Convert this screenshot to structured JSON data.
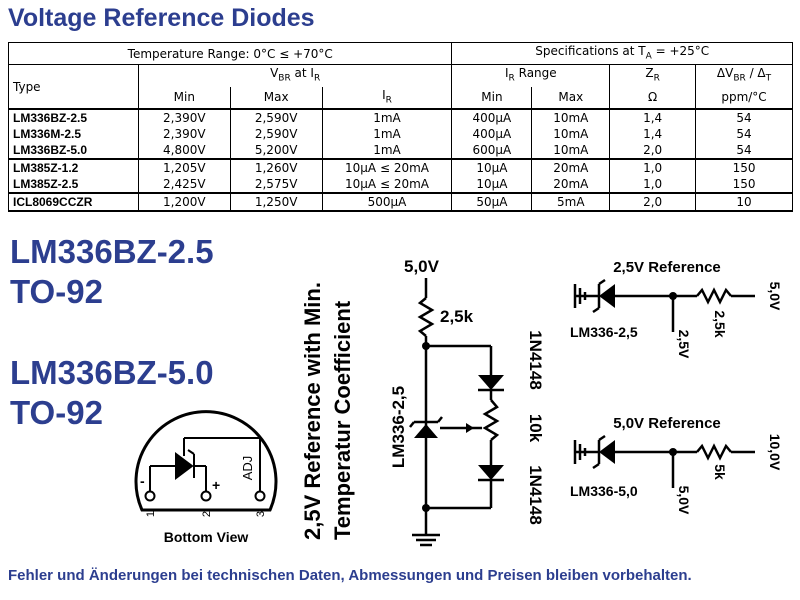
{
  "title": "Voltage Reference Diodes",
  "table": {
    "temp_range": "Temperature Range: 0°C ≤ +70°C",
    "spec_at": "Specifications at T",
    "spec_at_sub": "A",
    "spec_at_tail": " = +25°C",
    "col_type": "Type",
    "vbr_head": "V",
    "vbr_sub": "BR",
    "vbr_tail": " at I",
    "vbr_sub2": "R",
    "ir_range": "I",
    "ir_range_sub": "R",
    "ir_range_tail": " Range",
    "zr_head": "Z",
    "zr_sub": "R",
    "zr_unit": "Ω",
    "dv_head": "ΔV",
    "dv_sub": "BR",
    "dv_mid": " / Δ",
    "dv_sub2": "T",
    "dv_unit": "ppm/°C",
    "min": "Min",
    "max": "Max",
    "ir_col": "I",
    "ir_col_sub": "R",
    "min2": "Min",
    "max2": "Max",
    "rows": [
      {
        "type": "LM336BZ-2.5",
        "vmin": "2,390V",
        "vmax": "2,590V",
        "ir": "1mA",
        "irmin": "400µA",
        "irmax": "10mA",
        "zr": "1,4",
        "dv": "54"
      },
      {
        "type": "LM336M-2.5",
        "vmin": "2,390V",
        "vmax": "2,590V",
        "ir": "1mA",
        "irmin": "400µA",
        "irmax": "10mA",
        "zr": "1,4",
        "dv": "54"
      },
      {
        "type": "LM336BZ-5.0",
        "vmin": "4,800V",
        "vmax": "5,200V",
        "ir": "1mA",
        "irmin": "600µA",
        "irmax": "10mA",
        "zr": "2,0",
        "dv": "54"
      },
      {
        "type": "LM385Z-1.2",
        "vmin": "1,205V",
        "vmax": "1,260V",
        "ir": "10µA ≤ 20mA",
        "irmin": "10µA",
        "irmax": "20mA",
        "zr": "1,0",
        "dv": "150"
      },
      {
        "type": "LM385Z-2.5",
        "vmin": "2,425V",
        "vmax": "2,575V",
        "ir": "10µA ≤ 20mA",
        "irmin": "10µA",
        "irmax": "20mA",
        "zr": "1,0",
        "dv": "150"
      },
      {
        "type": "ICL8069CCZR",
        "vmin": "1,200V",
        "vmax": "1,250V",
        "ir": "500µA",
        "irmin": "50µA",
        "irmax": "5mA",
        "zr": "2,0",
        "dv": "10"
      }
    ]
  },
  "left": {
    "part1": "LM336BZ-2.5",
    "pkg1": "TO-92",
    "part2": "LM336BZ-5.0",
    "pkg2": "TO-92"
  },
  "pinout": {
    "adj": "ADJ",
    "plus": "+",
    "minus": "-",
    "pin1": "1",
    "pin2": "2",
    "pin3": "3",
    "caption": "Bottom View"
  },
  "vertical": {
    "line1": "2,5V Reference with Min.",
    "line2": "Temperatur Coefficient"
  },
  "center_circuit": {
    "supply": "5,0V",
    "resistor": "2,5k",
    "device": "LM336-2,5",
    "trim": "10k",
    "diode_top": "1N4148",
    "diode_bot": "1N4148"
  },
  "ref25": {
    "title": "2,5V Reference",
    "device": "LM336-2,5",
    "out": "2,5V",
    "resistor": "2,5k",
    "supply": "5,0V"
  },
  "ref50": {
    "title": "5,0V Reference",
    "device": "LM336-5,0",
    "out": "5,0V",
    "resistor": "5k",
    "supply": "10,0V"
  },
  "footer": "Fehler und Änderungen bei technischen Daten, Abmessungen und Preisen bleiben vorbehalten.",
  "colors": {
    "heading": "#2c3e8f",
    "ink": "#000000",
    "background": "#ffffff"
  }
}
